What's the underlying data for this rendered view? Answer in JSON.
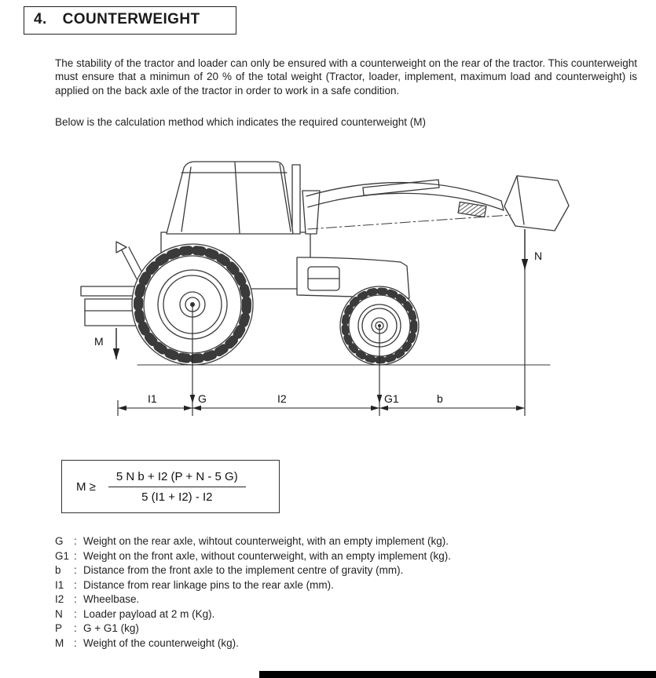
{
  "page": {
    "section_number": "4.",
    "title": "COUNTERWEIGHT",
    "para1": "The stability of the tractor and loader can only be ensured with a counterweight on the rear of the tractor. This counterweight must ensure that a minimun of 20 % of the total weight (Tractor, loader, implement, maximum load and counterweight) is applied on the back axle of the tractor in order to work in a safe condition.",
    "para2": "Below is the calculation method which indicates the required counterweight (M)"
  },
  "diagram": {
    "labels": {
      "M": "M",
      "N": "N",
      "I1": "I1",
      "G": "G",
      "I2": "I2",
      "G1": "G1",
      "b": "b"
    }
  },
  "formula": {
    "lhs": "M ≥",
    "numerator": "5 N b + I2 (P + N - 5 G)",
    "denominator": "5 (I1 + I2) - I2"
  },
  "legend": {
    "items": [
      {
        "term": "G",
        "def": "Weight on the rear axle, wihtout counterweight, with an empty implement (kg)."
      },
      {
        "term": "G1",
        "def": "Weight on the front axle, without counterweight, with an empty implement (kg)."
      },
      {
        "term": "b",
        "def": "Distance from the front axle to the implement centre of gravity (mm)."
      },
      {
        "term": "I1",
        "def": "Distance from rear linkage pins to the rear axle (mm)."
      },
      {
        "term": "I2",
        "def": "Wheelbase."
      },
      {
        "term": "N",
        "def": "Loader payload at 2 m (Kg)."
      },
      {
        "term": "P",
        "def": "G + G1 (kg)"
      },
      {
        "term": "M",
        "def": "Weight of the counterweight (kg)."
      }
    ]
  }
}
